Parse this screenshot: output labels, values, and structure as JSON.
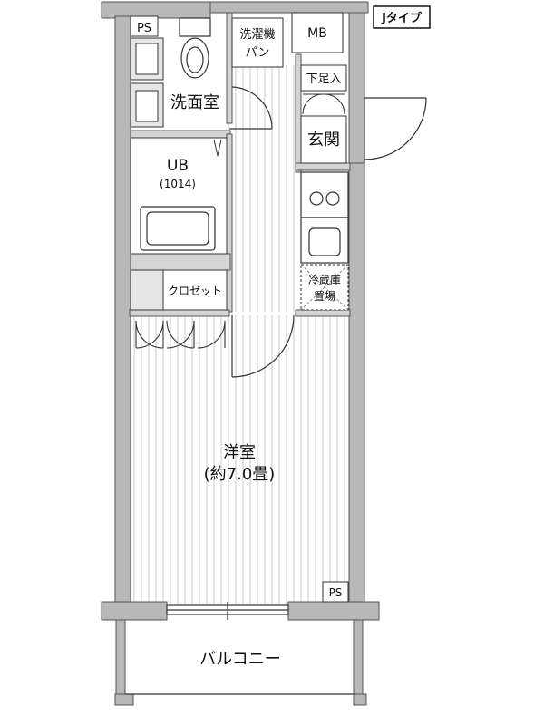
{
  "plan": {
    "type_label": "Jタイプ",
    "rooms": {
      "ps_top": "PS",
      "mb": "MB",
      "washer_pan_line1": "洗濯機",
      "washer_pan_line2": "パン",
      "washroom": "洗面室",
      "shoe_box": "下足入",
      "entrance": "玄関",
      "ub": "UB",
      "ub_size": "(1014)",
      "fridge_line1": "冷蔵庫",
      "fridge_line2": "置場",
      "closet": "クロゼット",
      "western_room": "洋室",
      "western_room_size": "(約7.0畳)",
      "ps_bottom": "PS",
      "balcony": "バルコニー"
    }
  }
}
